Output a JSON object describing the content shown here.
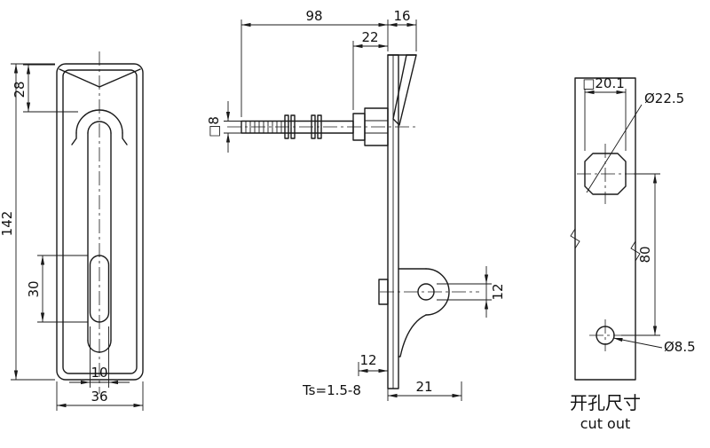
{
  "colors": {
    "line": "#1a1a1a",
    "background": "#ffffff"
  },
  "front_view": {
    "dim_top_offset": "28",
    "dim_total_height": "142",
    "dim_slot_height": "30",
    "dim_slot_width": "10",
    "dim_body_width": "36"
  },
  "side_view": {
    "dim_shaft_length": "98",
    "dim_handle_depth": "16",
    "dim_nut_length": "22",
    "dim_shaft_square": "□8",
    "dim_cam_thickness": "12",
    "dim_panel_depth": "12",
    "dim_cam_reach": "21",
    "panel_thickness_note": "Ts=1.5-8"
  },
  "cutout_view": {
    "dim_square": "□20.1",
    "dim_hole_diameter": "Ø22.5",
    "dim_hole_spacing": "80",
    "dim_small_hole": "Ø8.5",
    "caption_zh": "开孔尺寸",
    "caption_en": "cut out"
  }
}
